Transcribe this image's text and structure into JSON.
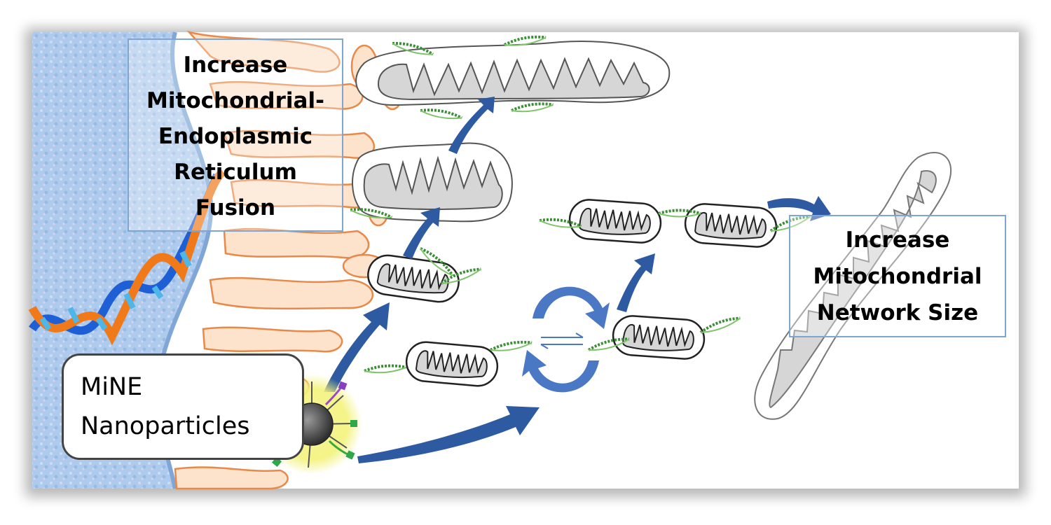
{
  "labels": {
    "er_fusion": [
      "Increase",
      "Mitochondrial-",
      "Endoplasmic",
      "Reticulum",
      "Fusion"
    ],
    "network_size": [
      "Increase",
      "Mitochondrial",
      "Network Size"
    ],
    "nanoparticles": [
      "MiNE",
      "Nanoparticles"
    ]
  },
  "colors": {
    "arrow": "#2d5aa0",
    "box_border": "#7ea6d3",
    "mito_fill": "#d6d6d6",
    "tether": "#3a8f35",
    "er_stroke": "#e8894a",
    "er_fill": "#fde3cc",
    "nucleus": "#a8c6ea",
    "dna_a": "#1f5fd6",
    "dna_b": "#f07a1a",
    "dna_c": "#4fb6e8",
    "glow": "#f3f27a"
  },
  "icons": [
    "dna-helix-icon",
    "mitochondrion-icon",
    "nanoparticle-icon",
    "fission-fusion-cycle-icon",
    "equilibrium-arrows-icon"
  ]
}
